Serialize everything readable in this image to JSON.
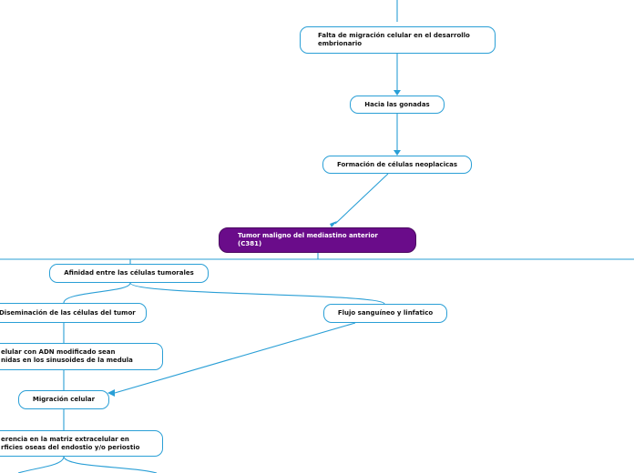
{
  "colors": {
    "connector": "#2a9fd6",
    "node_border": "#2a9fd6",
    "main_fill": "#6a0c8a",
    "main_text": "#ffffff",
    "node_text": "#111111"
  },
  "nodes": {
    "falta_migracion": "Falta de migración celular en el desarrollo\nembrionario",
    "hacia_gonadas": "Hacia las gonadas",
    "formacion_celulas": "Formación de células neoplacicas",
    "tumor_maligno": "Tumor maligno del mediastino anterior\n(C381)",
    "afinidad": "Afinidad entre las células tumorales",
    "diseminacion": "Diseminación de las células del tumor",
    "flujo": "Flujo sanguíneo y linfatico",
    "celular_adn": "elular con ADN modificado sean\nnidas en los sinusoides de la medula",
    "migracion": "Migración celular",
    "adherencia": "erencia en la matriz extracelular en\nrficies oseas del endostio y/o periostio"
  }
}
